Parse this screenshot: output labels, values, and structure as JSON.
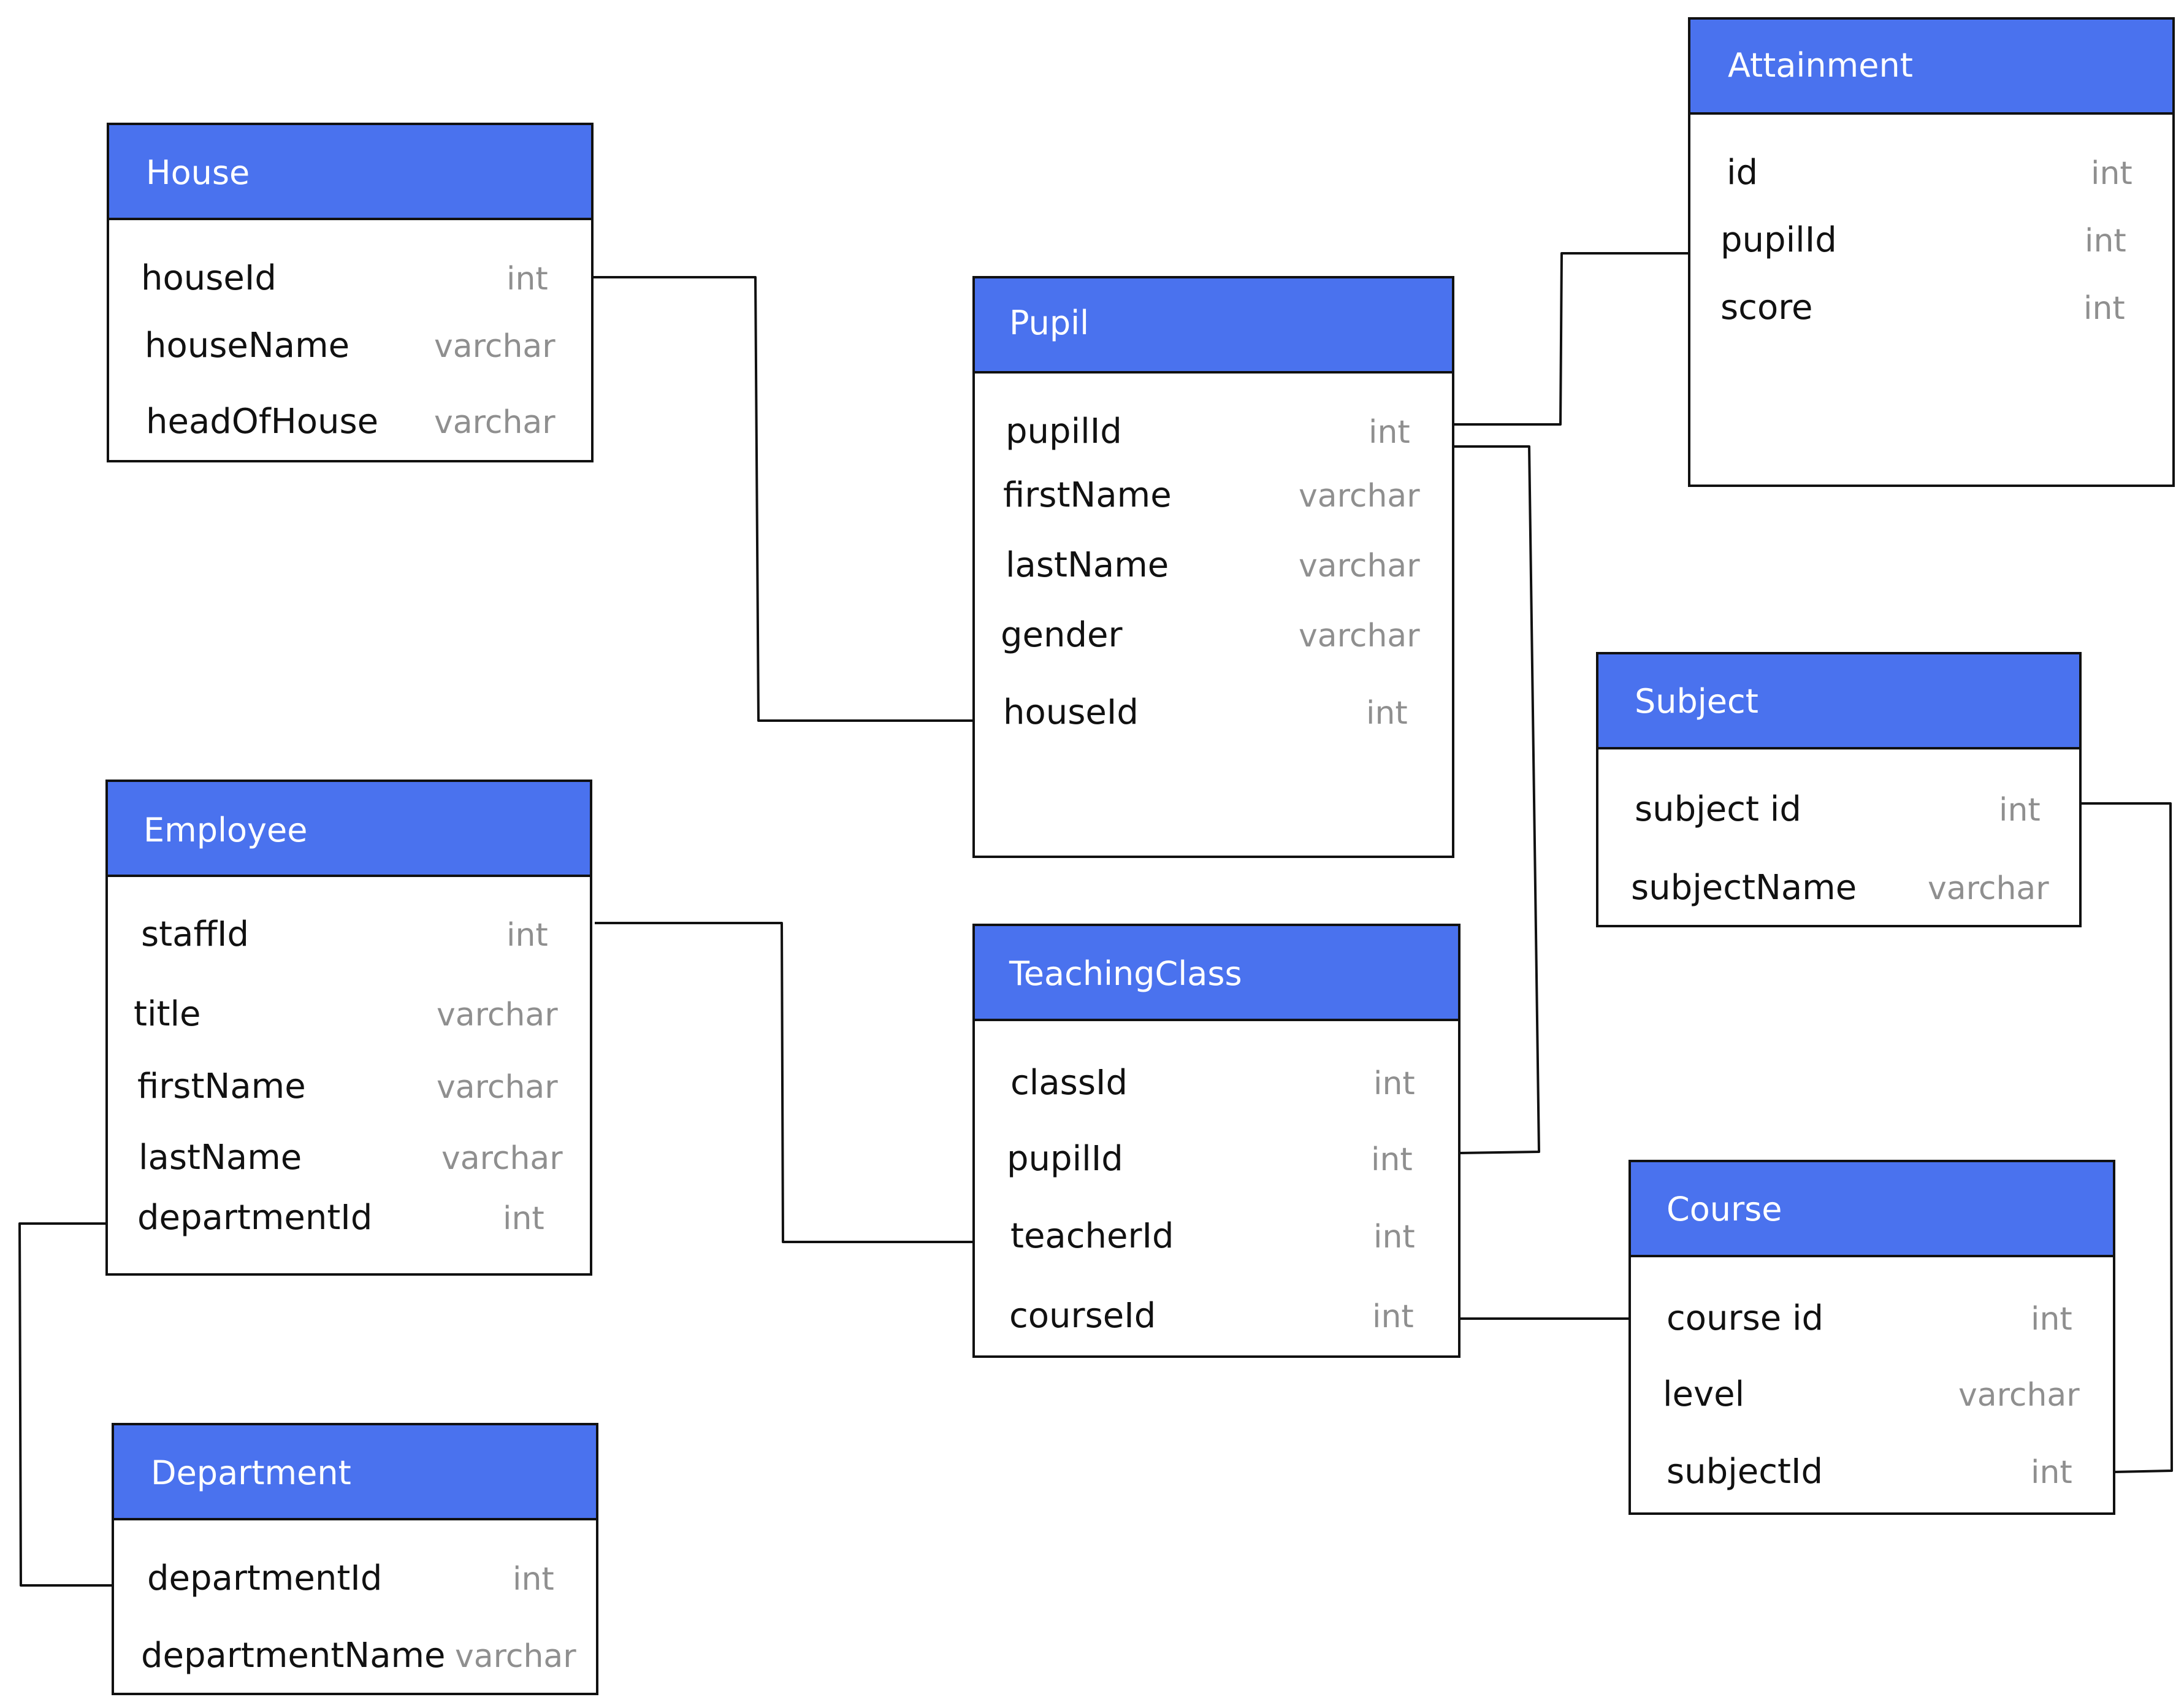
{
  "colors": {
    "header": "#4a72ee",
    "header_text": "#ffffff",
    "field_text": "#111111",
    "type_text": "#8f8f8f",
    "line": "#111111"
  },
  "tables": {
    "house": {
      "name": "House",
      "fields": [
        {
          "name": "houseId",
          "type": "int"
        },
        {
          "name": "houseName",
          "type": "varchar"
        },
        {
          "name": "headOfHouse",
          "type": "varchar"
        }
      ]
    },
    "employee": {
      "name": "Employee",
      "fields": [
        {
          "name": "staffId",
          "type": "int"
        },
        {
          "name": "title",
          "type": "varchar"
        },
        {
          "name": "firstName",
          "type": "varchar"
        },
        {
          "name": "lastName",
          "type": "varchar"
        },
        {
          "name": "departmentId",
          "type": "int"
        }
      ]
    },
    "department": {
      "name": "Department",
      "fields": [
        {
          "name": "departmentId",
          "type": "int"
        },
        {
          "name": "departmentName",
          "type": "varchar"
        }
      ]
    },
    "pupil": {
      "name": "Pupil",
      "fields": [
        {
          "name": "pupilId",
          "type": "int"
        },
        {
          "name": "firstName",
          "type": "varchar"
        },
        {
          "name": "lastName",
          "type": "varchar"
        },
        {
          "name": "gender",
          "type": "varchar"
        },
        {
          "name": "houseId",
          "type": "int"
        }
      ]
    },
    "teaching_class": {
      "name": "TeachingClass",
      "fields": [
        {
          "name": "classId",
          "type": "int"
        },
        {
          "name": "pupilId",
          "type": "int"
        },
        {
          "name": "teacherId",
          "type": "int"
        },
        {
          "name": "courseId",
          "type": "int"
        }
      ]
    },
    "attainment": {
      "name": "Attainment",
      "fields": [
        {
          "name": "id",
          "type": "int"
        },
        {
          "name": "pupilId",
          "type": "int"
        },
        {
          "name": "score",
          "type": "int"
        }
      ]
    },
    "subject": {
      "name": "Subject",
      "fields": [
        {
          "name": "subject id",
          "type": "int"
        },
        {
          "name": "subjectName",
          "type": "varchar"
        }
      ]
    },
    "course": {
      "name": "Course",
      "fields": [
        {
          "name": "course id",
          "type": "int"
        },
        {
          "name": "level",
          "type": "varchar"
        },
        {
          "name": "subjectId",
          "type": "int"
        }
      ]
    }
  },
  "relationships": [
    {
      "from": "House.houseId",
      "to": "Pupil.houseId"
    },
    {
      "from": "Employee.staffId",
      "to": "TeachingClass.teacherId"
    },
    {
      "from": "Employee.departmentId",
      "to": "Department.departmentId"
    },
    {
      "from": "Pupil.pupilId",
      "to": "Attainment.pupilId"
    },
    {
      "from": "Pupil.pupilId",
      "to": "TeachingClass.pupilId"
    },
    {
      "from": "TeachingClass.courseId",
      "to": "Course.course id"
    },
    {
      "from": "Subject.subject id",
      "to": "Course.subjectId"
    }
  ]
}
